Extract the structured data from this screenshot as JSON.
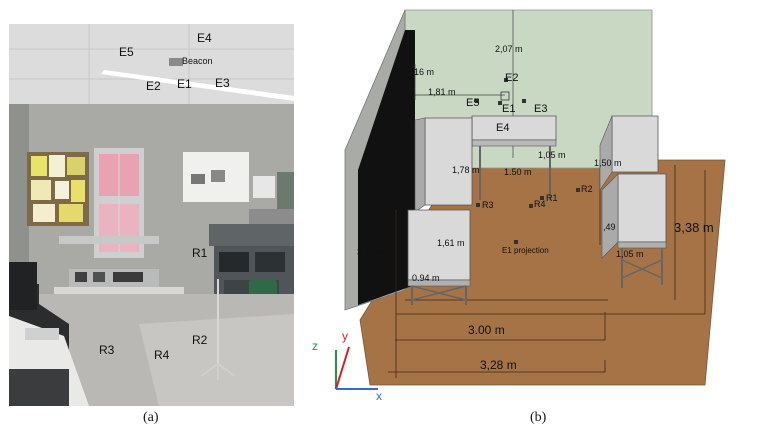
{
  "panel_a": {
    "caption": "(a)",
    "labels": {
      "E4": "E4",
      "E5": "E5",
      "beacon": "Beacon",
      "E2": "E2",
      "E1": "E1",
      "E3": "E3",
      "R1": "R1",
      "R2": "R2",
      "R3": "R3",
      "R4": "R4"
    }
  },
  "panel_b": {
    "caption": "(b)",
    "labels": {
      "E2": "E2",
      "E5": "E5",
      "E1": "E1",
      "E3": "E3",
      "E4": "E4",
      "R1": "R1",
      "R2": "R2",
      "R3": "R3",
      "R4": "R4",
      "projection": "E1 projection"
    },
    "dimensions": {
      "d_2_07": "2,07 m",
      "d_16": "16 m",
      "d_1_81": "1,81 m",
      "d_1_05_top": "1,05 m",
      "d_1_50_right": "1,50 m",
      "d_1_78": "1,78 m",
      "d_1_50_center": "1.50 m",
      "d_1_61": "1,61 m",
      "d_3_46": "3,46 m",
      "d_0_94": "0.94 m",
      "d_49": ",49",
      "d_1_05_right": "1,05 m",
      "d_3_38": "3,38 m",
      "d_3_00": "3.00 m",
      "d_3_28": "3,28 m"
    },
    "axes": {
      "x": "x",
      "y": "y",
      "z": "z"
    }
  },
  "colors": {
    "wall": "#c9d8c3",
    "floor": "#a57346",
    "table_top": "#d9d9d9",
    "black_wall": "#111111",
    "axis_x": "#2f6fd0",
    "axis_y": "#d62020",
    "axis_z": "#1e9a3c"
  }
}
